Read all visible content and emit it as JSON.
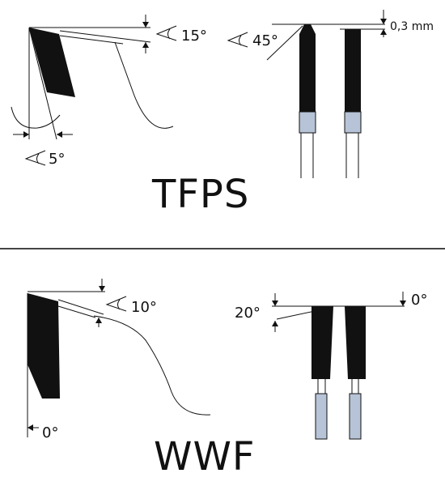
{
  "sections": [
    {
      "title": "TFPS",
      "angles": {
        "top_rake": "15°",
        "side": "5°",
        "chamfer": "45°",
        "height_diff": "0,3 mm"
      }
    },
    {
      "title": "WWF",
      "angles": {
        "top_rake": "10°",
        "hook": "0°",
        "bevel": "20°",
        "other": "0°"
      }
    }
  ],
  "colors": {
    "ink": "#111111",
    "divider": "#444444",
    "carbide_tip": "#b7c3d6"
  }
}
